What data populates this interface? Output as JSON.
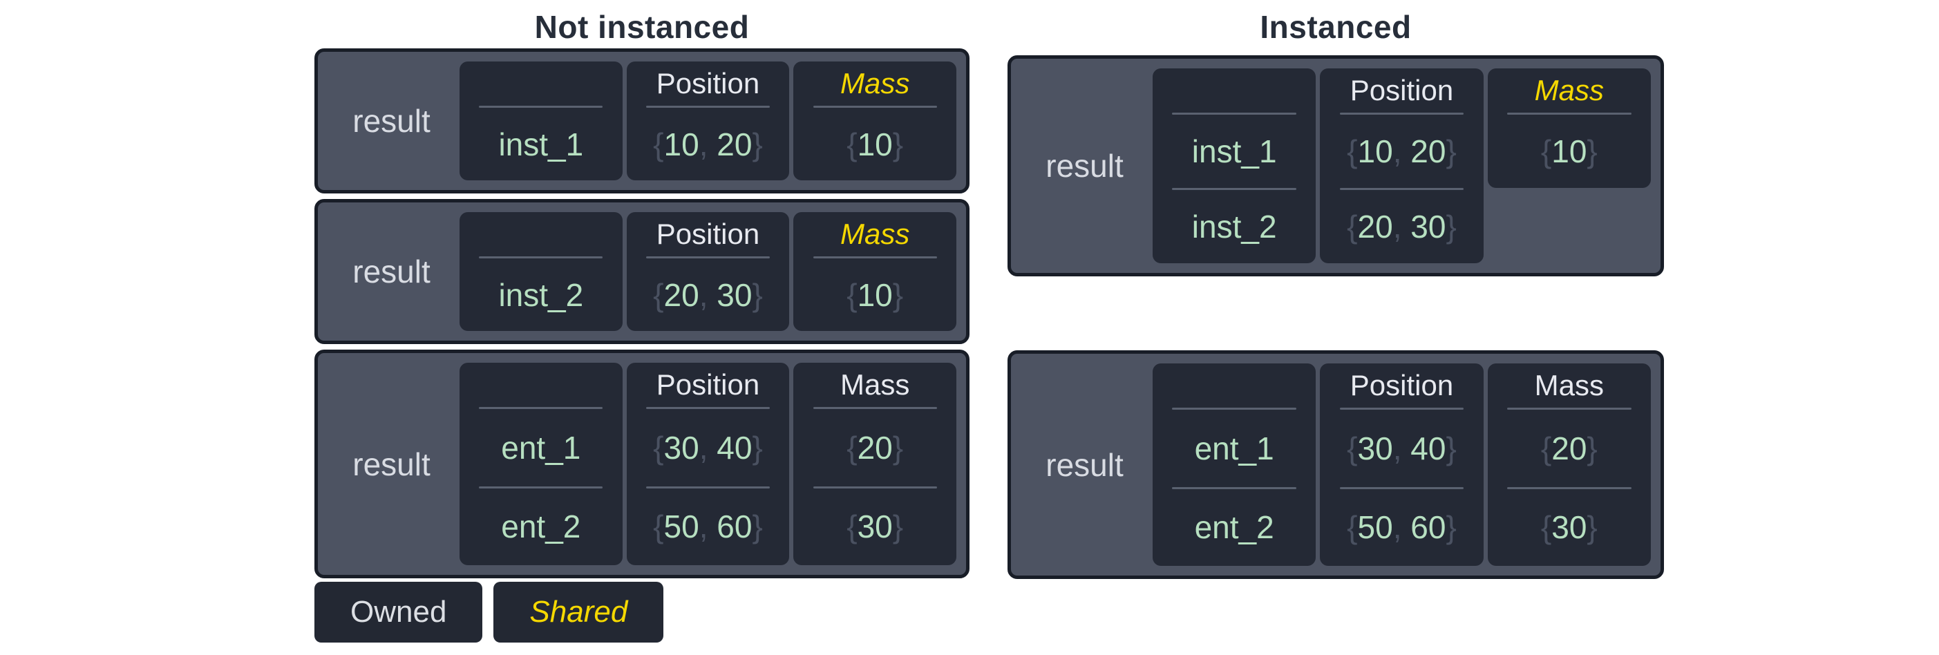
{
  "titles": {
    "left": "Not instanced",
    "right": "Instanced"
  },
  "punctuation": {
    "open": "{",
    "comma": ", ",
    "close": "}"
  },
  "left_boxes": [
    {
      "label": "result",
      "variant": "single",
      "columns": [
        {
          "header": "",
          "shared": false,
          "cells": [
            {
              "entity": "inst_1"
            }
          ]
        },
        {
          "header": "Position",
          "shared": false,
          "cells": [
            {
              "values": [
                "10",
                "20"
              ]
            }
          ]
        },
        {
          "header": "Mass",
          "shared": true,
          "cells": [
            {
              "values": [
                "10"
              ]
            }
          ]
        }
      ]
    },
    {
      "label": "result",
      "variant": "single",
      "columns": [
        {
          "header": "",
          "shared": false,
          "cells": [
            {
              "entity": "inst_2"
            }
          ]
        },
        {
          "header": "Position",
          "shared": false,
          "cells": [
            {
              "values": [
                "20",
                "30"
              ]
            }
          ]
        },
        {
          "header": "Mass",
          "shared": true,
          "cells": [
            {
              "values": [
                "10"
              ]
            }
          ]
        }
      ]
    },
    {
      "label": "result",
      "variant": "double",
      "columns": [
        {
          "header": "",
          "shared": false,
          "cells": [
            {
              "entity": "ent_1"
            },
            {
              "entity": "ent_2"
            }
          ]
        },
        {
          "header": "Position",
          "shared": false,
          "cells": [
            {
              "values": [
                "30",
                "40"
              ]
            },
            {
              "values": [
                "50",
                "60"
              ]
            }
          ]
        },
        {
          "header": "Mass",
          "shared": false,
          "cells": [
            {
              "values": [
                "20"
              ]
            },
            {
              "values": [
                "30"
              ]
            }
          ]
        }
      ]
    }
  ],
  "right_boxes": [
    {
      "label": "result",
      "variant": "instanced",
      "columns": [
        {
          "header": "",
          "shared": false,
          "cells": [
            {
              "entity": "inst_1"
            },
            {
              "entity": "inst_2"
            }
          ]
        },
        {
          "header": "Position",
          "shared": false,
          "cells": [
            {
              "values": [
                "10",
                "20"
              ]
            },
            {
              "values": [
                "20",
                "30"
              ]
            }
          ]
        },
        {
          "header": "Mass",
          "shared": true,
          "short": true,
          "cells": [
            {
              "values": [
                "10"
              ]
            }
          ]
        }
      ]
    },
    {
      "label": "result",
      "variant": "double",
      "columns": [
        {
          "header": "",
          "shared": false,
          "cells": [
            {
              "entity": "ent_1"
            },
            {
              "entity": "ent_2"
            }
          ]
        },
        {
          "header": "Position",
          "shared": false,
          "cells": [
            {
              "values": [
                "30",
                "40"
              ]
            },
            {
              "values": [
                "50",
                "60"
              ]
            }
          ]
        },
        {
          "header": "Mass",
          "shared": false,
          "cells": [
            {
              "values": [
                "20"
              ]
            },
            {
              "values": [
                "30"
              ]
            }
          ]
        }
      ]
    }
  ],
  "legend": {
    "items": [
      {
        "label": "Owned",
        "shared": false
      },
      {
        "label": "Shared",
        "shared": true
      }
    ]
  },
  "palette": {
    "bg": "#ffffff",
    "title": "#272e3a",
    "border": "#181d27",
    "panel": "#4d5362",
    "cell": "#242935",
    "sep": "#5a6170",
    "header": "#e8eaf0",
    "shared": "#f5d800",
    "value": "#b7e0c1",
    "punct": "#4a5161",
    "result": "#d9dce3",
    "legendbg": "#232833",
    "owned": "#dcdfe4"
  }
}
